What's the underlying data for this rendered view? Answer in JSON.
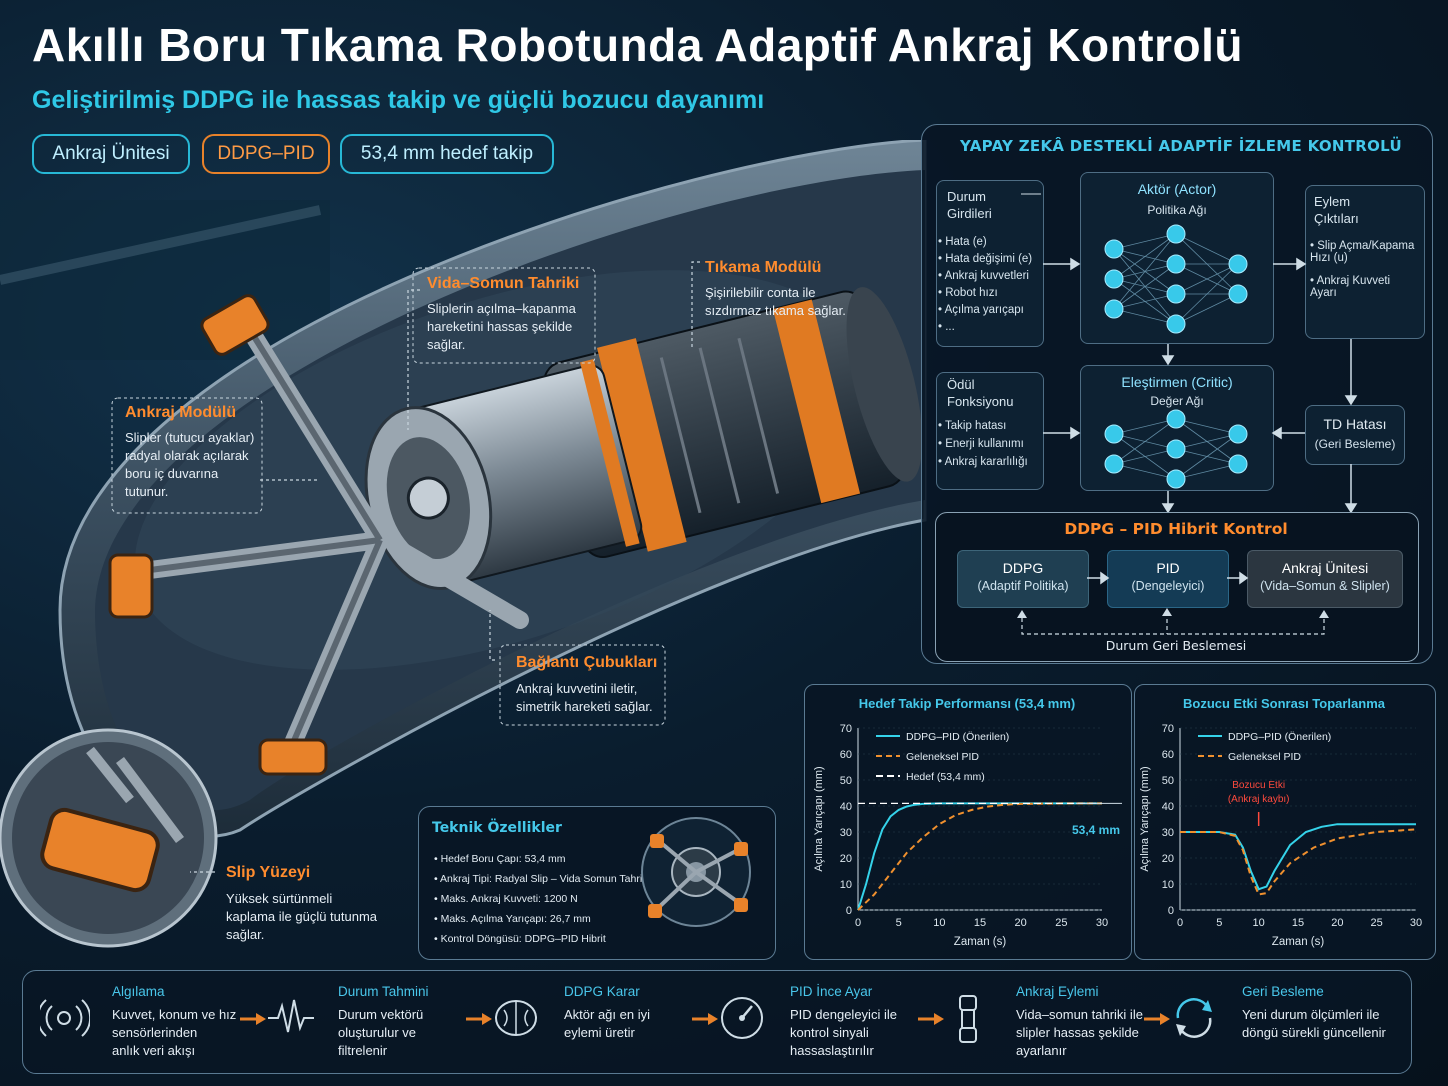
{
  "header": {
    "title": "Akıllı Boru Tıkama Robotunda Adaptif Ankraj Kontrolü",
    "subtitle": "Geliştirilmiş DDPG ile hassas takip ve güçlü bozucu dayanımı",
    "tags": [
      "Ankraj Ünitesi",
      "DDPG–PID",
      "53,4 mm hedef takip"
    ]
  },
  "callouts": {
    "vida": {
      "title": "Vida–Somun Tahriki",
      "text": "Sliplerin açılma–kapanma\nhareketini hassas şekilde\nsağlar."
    },
    "tikama": {
      "title": "Tıkama Modülü",
      "text": "Şişirilebilir conta ile\nsızdırmaz tıkama sağlar."
    },
    "ankraj": {
      "title": "Ankraj Modülü",
      "text": "Slipler (tutucu ayaklar)\nradyal olarak açılarak\nboru iç duvarına\ntutunur."
    },
    "baglanti": {
      "title": "Bağlantı Çubukları",
      "text": "Ankraj kuvvetini iletir,\nsimetrik hareketi sağlar."
    },
    "slip": {
      "title": "Slip Yüzeyi",
      "text": "Yüksek sürtünmeli\nkaplama ile güçlü tutunma\nsağlar."
    }
  },
  "ai_panel": {
    "title": "YAPAY ZEKÂ DESTEKLİ ADAPTİF İZLEME KONTROLÜ",
    "state_inputs": {
      "title": "Durum\nGirdileri",
      "items": [
        "Hata (e)",
        "Hata değişimi (e)",
        "Ankraj kuvvetleri",
        "Robot hızı",
        "Açılma yarıçapı",
        "..."
      ]
    },
    "actor": {
      "title": "Aktör (Actor)",
      "sub": "Politika Ağı"
    },
    "critic": {
      "title": "Eleştirmen (Critic)",
      "sub": "Değer Ağı"
    },
    "actions": {
      "title": "Eylem\nÇıktıları",
      "items": [
        "Slip Açma/Kapama\nHızı (u)",
        "Ankraj Kuvveti\nAyarı"
      ]
    },
    "reward": {
      "title": "Ödül\nFonksiyonu",
      "items": [
        "Takip hatası",
        "Enerji kullanımı",
        "Ankraj kararlılığı"
      ]
    },
    "td": {
      "title": "TD Hatası",
      "sub": "(Geri Besleme)"
    },
    "hybrid": {
      "title": "DDPG – PID Hibrit Kontrol",
      "blocks": [
        {
          "t": "DDPG",
          "s": "(Adaptif Politika)"
        },
        {
          "t": "PID",
          "s": "(Dengeleyici)"
        },
        {
          "t": "Ankraj Ünitesi",
          "s": "(Vida–Somun & Slipler)"
        }
      ],
      "feedback": "Durum Geri Beslemesi"
    }
  },
  "specs": {
    "title": "Teknik Özellikler",
    "items": [
      "Hedef Boru Çapı: 53,4 mm",
      "Ankraj Tipi: Radyal Slip – Vida Somun Tahrikli",
      "Maks. Ankraj Kuvveti: 1200 N",
      "Maks. Açılma Yarıçapı: 26,7 mm",
      "Kontrol Döngüsü: DDPG–PID Hibrit"
    ]
  },
  "chart_data": [
    {
      "type": "line",
      "title": "Hedef Takip Performansı (53,4 mm)",
      "xlabel": "Zaman (s)",
      "ylabel": "Açılma Yarıçapı (mm)",
      "xlim": [
        0,
        30
      ],
      "ylim": [
        0,
        70
      ],
      "xticks": [
        0,
        5,
        10,
        15,
        20,
        25,
        30
      ],
      "yticks": [
        0,
        10,
        20,
        30,
        40,
        50,
        60,
        70
      ],
      "annotation": "53,4 mm",
      "legend": "top-left",
      "series": [
        {
          "name": "DDPG–PID (Önerilen)",
          "color": "#35d3ea",
          "dash": "",
          "x": [
            0,
            1,
            2,
            3,
            4,
            5,
            6,
            7,
            8,
            10,
            12,
            15,
            20,
            25,
            30
          ],
          "y": [
            0,
            10,
            22,
            31,
            36,
            38.5,
            39.8,
            40.5,
            40.8,
            41,
            41,
            41,
            41,
            41,
            41
          ]
        },
        {
          "name": "Geleneksel PID",
          "color": "#f0902e",
          "dash": "6,4",
          "x": [
            0,
            2,
            4,
            6,
            8,
            10,
            12,
            14,
            16,
            18,
            20,
            25,
            30
          ],
          "y": [
            0,
            6,
            14,
            22,
            28,
            33,
            36.5,
            38.5,
            39.8,
            40.5,
            40.8,
            41,
            41
          ]
        },
        {
          "name": "Hedef (53,4 mm)",
          "color": "#ffffff",
          "dash": "7,4",
          "x": [
            0,
            30
          ],
          "y": [
            41,
            41
          ]
        }
      ]
    },
    {
      "type": "line",
      "title": "Bozucu Etki Sonrası Toparlanma",
      "xlabel": "Zaman (s)",
      "ylabel": "Açılma Yarıçapı (mm)",
      "xlim": [
        0,
        30
      ],
      "ylim": [
        0,
        70
      ],
      "xticks": [
        0,
        5,
        10,
        15,
        20,
        25,
        30
      ],
      "yticks": [
        0,
        10,
        20,
        30,
        40,
        50,
        60,
        70
      ],
      "annotation": "Bozucu Etki\n(Ankraj kaybı)",
      "legend": "top-left",
      "series": [
        {
          "name": "DDPG–PID (Önerilen)",
          "color": "#35d3ea",
          "dash": "",
          "x": [
            0,
            5,
            7,
            8,
            9,
            10,
            11,
            12,
            14,
            16,
            18,
            20,
            25,
            30
          ],
          "y": [
            30,
            30,
            29,
            24,
            15,
            8,
            9,
            15,
            25,
            30,
            32,
            33,
            33,
            33
          ]
        },
        {
          "name": "Geleneksel PID",
          "color": "#f0902e",
          "dash": "6,4",
          "x": [
            0,
            5,
            7,
            8,
            9,
            10,
            11,
            12,
            14,
            17,
            20,
            25,
            30
          ],
          "y": [
            30,
            30,
            28.5,
            23,
            13,
            6,
            6.5,
            11,
            18,
            24,
            27.5,
            30,
            31
          ]
        }
      ]
    }
  ],
  "pipeline": [
    {
      "title": "Algılama",
      "text": "Kuvvet, konum ve hız\nsensörlerinden\nanlık veri akışı",
      "icon": "sensor-icon"
    },
    {
      "title": "Durum Tahmini",
      "text": "Durum vektörü\noluşturulur ve\nfiltrelenir",
      "icon": "waveform-icon"
    },
    {
      "title": "DDPG Karar",
      "text": "Aktör ağı en iyi\neylemi üretir",
      "icon": "brain-icon"
    },
    {
      "title": "PID İnce Ayar",
      "text": "PID dengeleyici ile\nkontrol sinyali\nhassaslaştırılır",
      "icon": "gauge-icon"
    },
    {
      "title": "Ankraj Eylemi",
      "text": "Vida–somun tahriki ile\nslipler hassas şekilde\nayarlanır",
      "icon": "actuator-icon"
    },
    {
      "title": "Geri Besleme",
      "text": "Yeni durum ölçümleri ile\ndöngü sürekli güncellenir",
      "icon": "feedback-loop-icon"
    }
  ],
  "colors": {
    "accent": "#2fc8e6",
    "orange": "#e8822a",
    "bg": "#07131f"
  }
}
